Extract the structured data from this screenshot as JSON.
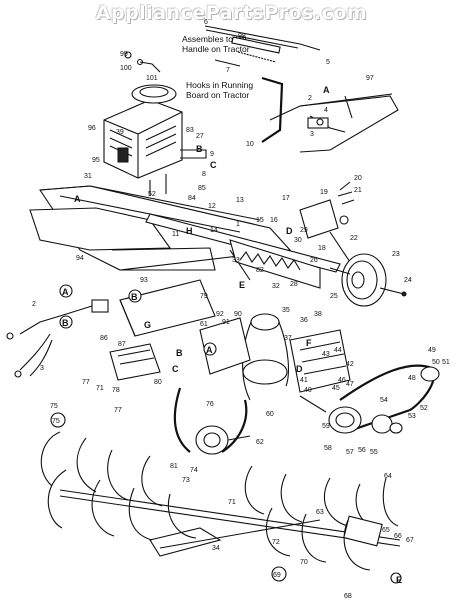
{
  "watermark": "AppliancePartsPros.com",
  "notes": {
    "lift": [
      "Assembles to Lift",
      "Handle on Tractor"
    ],
    "hooks": [
      "Hooks in Running",
      "Board on Tractor"
    ]
  },
  "part_numbers": [
    "99",
    "98",
    "100",
    "101",
    "5",
    "4",
    "97",
    "2",
    "3",
    "96",
    "39",
    "83",
    "27",
    "9",
    "95",
    "8",
    "86",
    "85",
    "84",
    "31",
    "52",
    "11",
    "13",
    "94",
    "12",
    "14",
    "16",
    "15",
    "33",
    "30",
    "29",
    "28",
    "26",
    "82",
    "32",
    "17",
    "18",
    "19",
    "20",
    "21",
    "22",
    "23",
    "24",
    "25",
    "92",
    "91",
    "90",
    "93",
    "79",
    "61",
    "35",
    "36",
    "37",
    "38",
    "86",
    "87",
    "80",
    "75",
    "76",
    "62",
    "81",
    "60",
    "59",
    "58",
    "57",
    "56",
    "55",
    "54",
    "53",
    "48",
    "49",
    "50",
    "51",
    "44",
    "45",
    "46",
    "47",
    "43",
    "42",
    "41",
    "40",
    "65",
    "66",
    "67",
    "68",
    "69",
    "70",
    "71",
    "72",
    "73",
    "74",
    "77",
    "78",
    "64",
    "63",
    "34",
    "10",
    "6",
    "7",
    "1"
  ],
  "callout_letters": [
    "A",
    "B",
    "C",
    "D",
    "E",
    "F",
    "G",
    "H"
  ],
  "circled": [
    "A",
    "B",
    "69",
    "75"
  ]
}
